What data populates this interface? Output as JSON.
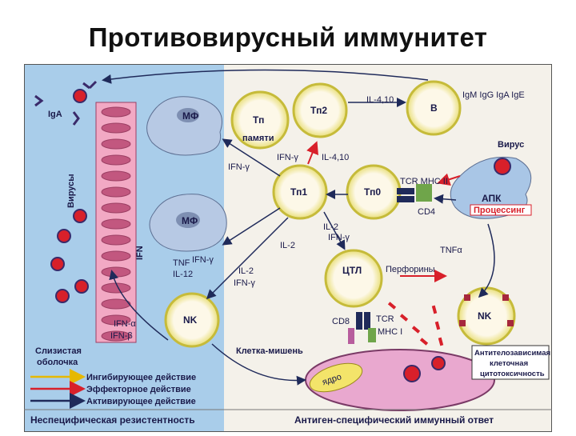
{
  "title": "Противовирусный иммунитет",
  "colors": {
    "left_bg": "#a9cdea",
    "right_bg": "#f4f1ea",
    "cell_ring": "#e8e24a",
    "cell_body": "#fdf8e8",
    "macrophage": "#b7c9e4",
    "epithelium": "#f2a9c4",
    "target_cell": "#e9a8cf",
    "apc": "#a9c6e6",
    "inhibit_arrow": "#f2d12a",
    "effector_arrow": "#d8202a",
    "activating_arrow": "#1f2a5a"
  },
  "labels": {
    "iga_top": "IgA",
    "viruses_vertical": "Вирусы",
    "ifn_vertical": "IFN",
    "mf_top": "МФ",
    "mf_bottom": "МФ",
    "ifn_gamma_mf": "IFN-γ",
    "th_memory": "Тп",
    "memory_word": "памяти",
    "th2": "Тп2",
    "il_4_10_top": "IL-4,10",
    "b_cell": "B",
    "immunoglobulins": "IgM IgG IgA IgE",
    "virus_word": "Вирус",
    "ifn_gamma_mid": "IFN-γ",
    "il_4_10_mid": "IL-4,10",
    "th1": "Тп1",
    "th0": "Тп0",
    "tcr_mhc2": "TCR  MHC II",
    "apc": "АПК",
    "processing": "Процессинг",
    "cd4": "CD4",
    "il2_ifn_right_1": "IL-2",
    "il2_ifn_right_2": "IFN-γ",
    "il2_loop": "IL-2",
    "tnf_alpha": "TNFα",
    "tnf": "TNF",
    "il12": "IL-12",
    "ifn_gamma_nk": "IFN-γ",
    "il2_left": "IL-2",
    "ifn_gamma_left": "IFN-γ",
    "ctl": "ЦТЛ",
    "perforins": "Перфорины",
    "ifn_alpha": "IFN-α",
    "ifn_beta": "IFN-β",
    "nk_left": "NK",
    "nk_right": "NK",
    "cd8": "CD8",
    "tcr": "TCR",
    "mhc1": "MHC I",
    "mucosa_1": "Слизистая",
    "mucosa_2": "оболочка",
    "target_cell": "Клетка-мишень",
    "nucleus": "ядро",
    "adcc_1": "Антителозависимая",
    "adcc_2": "клеточная",
    "adcc_3": "цитотоксичность",
    "legend_inhibit": "Ингибирующее действие",
    "legend_effector": "Эффекторное действие",
    "legend_activate": "Активирующее действие",
    "footer_left": "Неспецифическая резистентность",
    "footer_right": "Антиген-специфический иммунный ответ"
  }
}
